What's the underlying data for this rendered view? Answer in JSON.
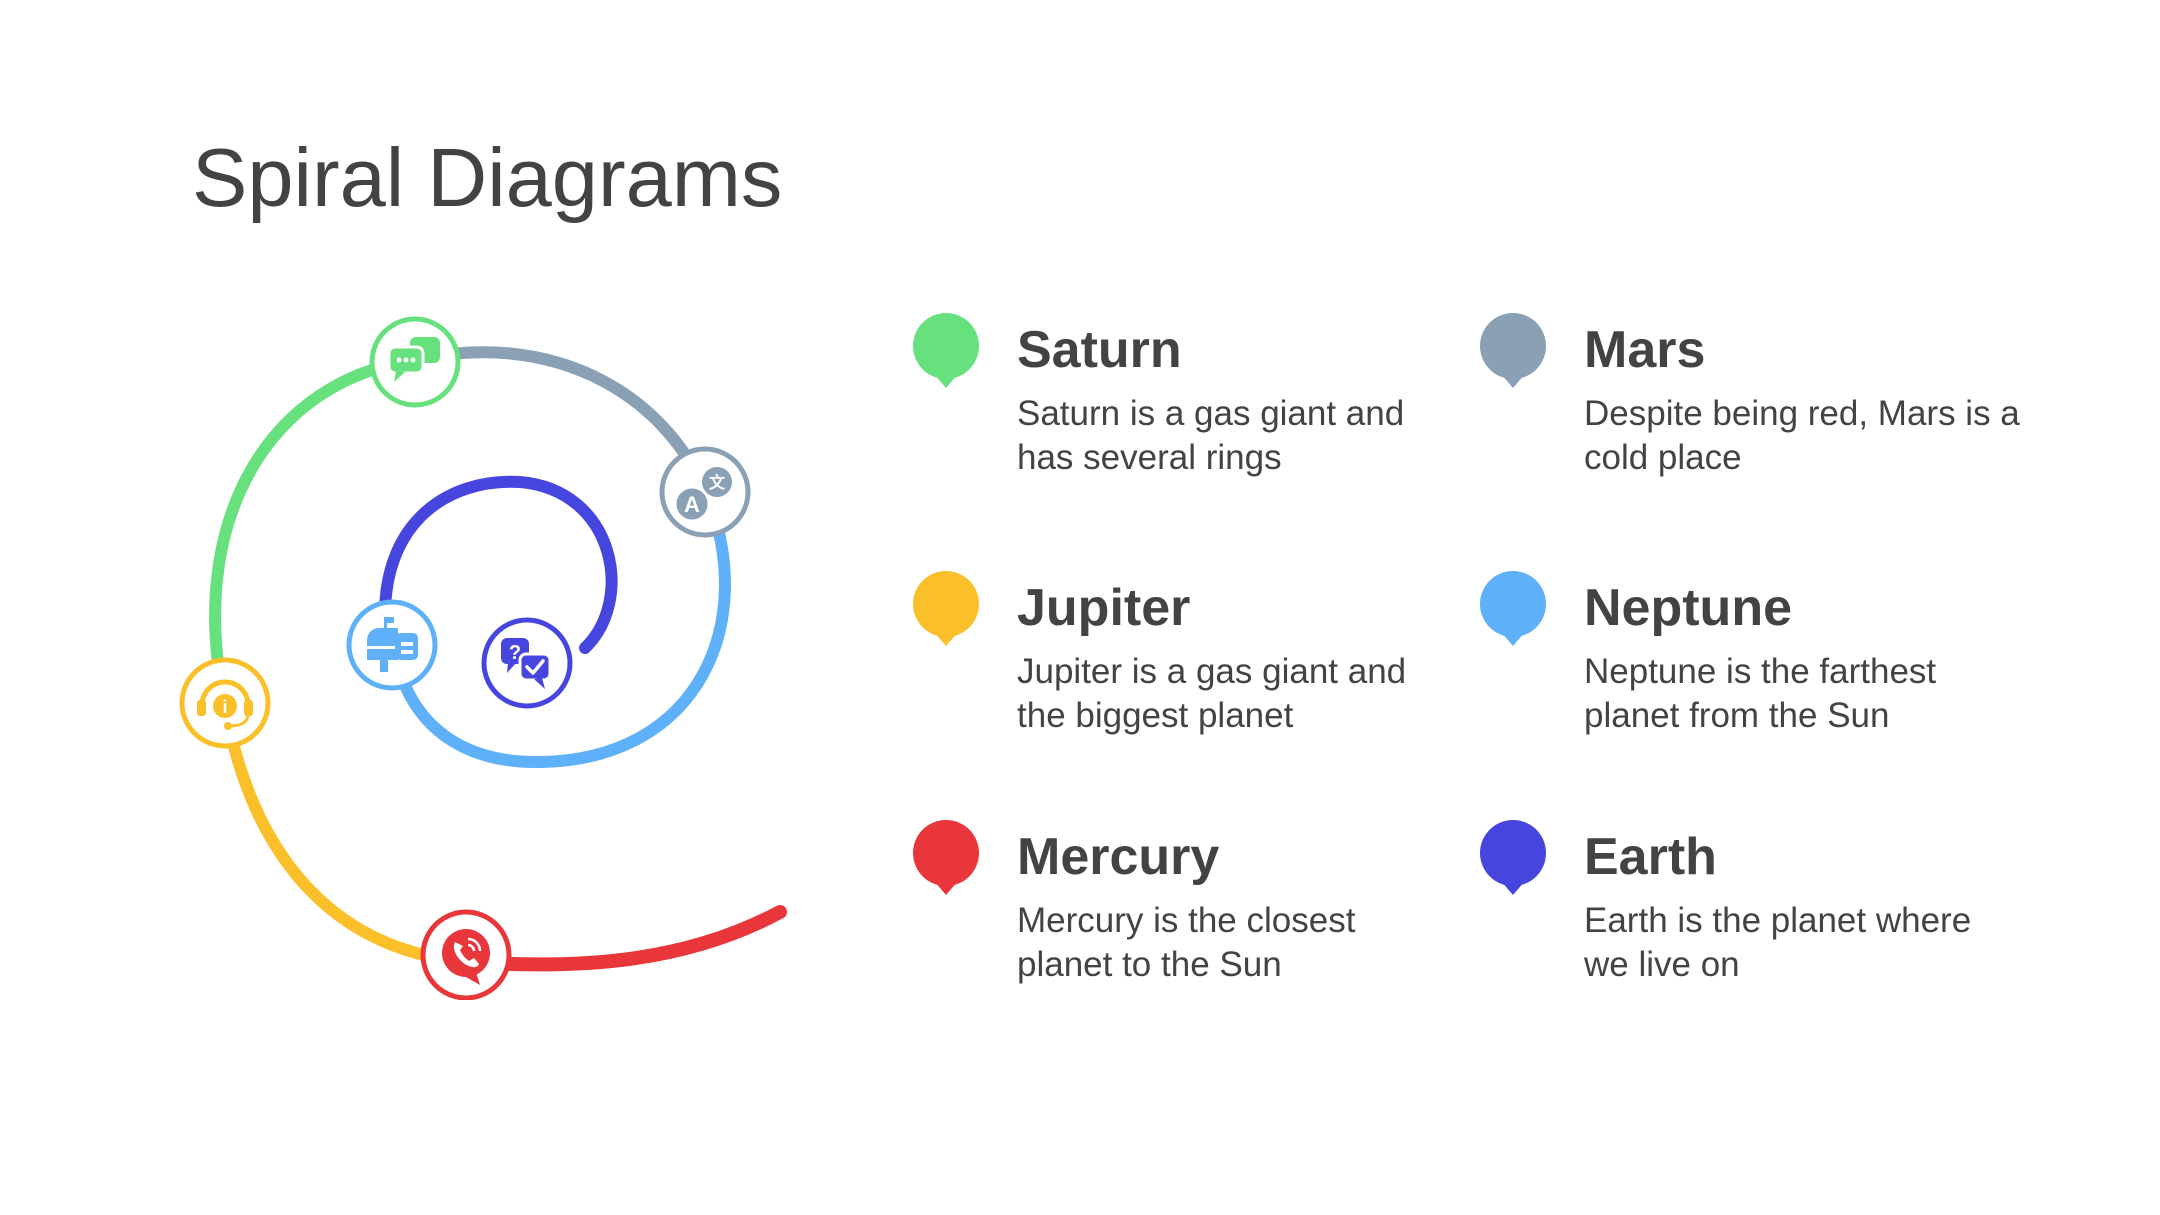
{
  "title": "Spiral Diagrams",
  "colors": {
    "saturn": "#67E07E",
    "mars": "#8AA0B5",
    "jupiter": "#FBBF2A",
    "neptune": "#5EB1F8",
    "mercury": "#E9363A",
    "earth": "#4646DF"
  },
  "items": [
    {
      "title": "Saturn",
      "desc": "Saturn is a gas giant and has several rings",
      "color": "#67E07E"
    },
    {
      "title": "Mars",
      "desc": "Despite being red, Mars is a cold place",
      "color": "#8AA0B5"
    },
    {
      "title": "Jupiter",
      "desc": "Jupiter is a gas giant and the biggest planet",
      "color": "#FBBF2A"
    },
    {
      "title": "Neptune",
      "desc": "Neptune is the farthest planet from the Sun",
      "color": "#5EB1F8"
    },
    {
      "title": "Mercury",
      "desc": "Mercury is the closest planet to the Sun",
      "color": "#E9363A"
    },
    {
      "title": "Earth",
      "desc": "Earth is the planet where we live on",
      "color": "#4646DF"
    }
  ],
  "icons": {
    "saturn": "chat-bubbles-icon",
    "mars": "translate-icon",
    "jupiter": "headset-support-icon",
    "neptune": "mailbox-icon",
    "mercury": "phone-call-icon",
    "earth": "question-answer-icon"
  }
}
